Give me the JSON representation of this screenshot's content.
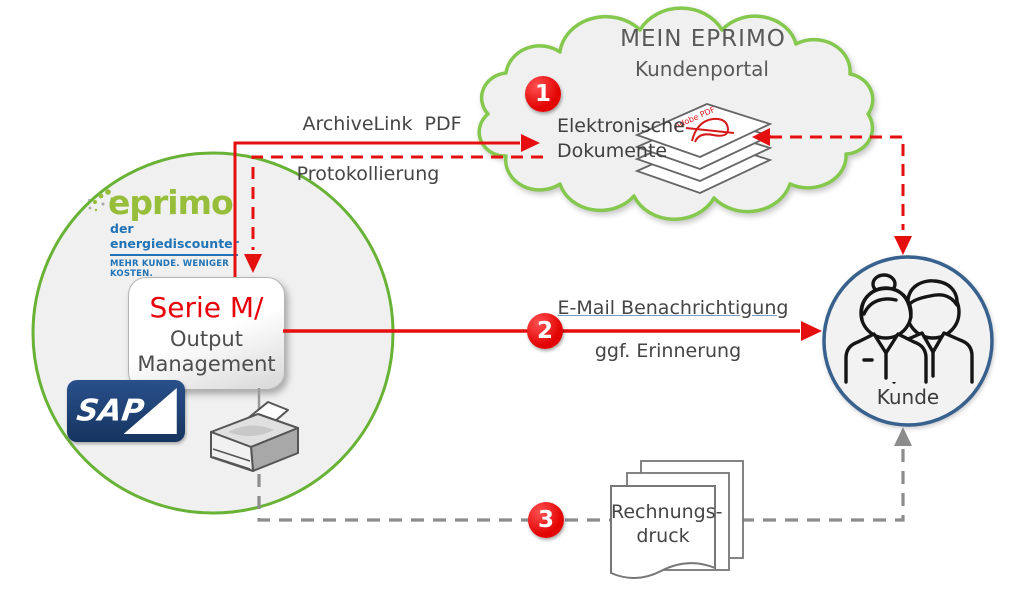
{
  "colors": {
    "accent_red": "#e60f0f",
    "cloud_border_green": "#85c84e",
    "system_circle_green": "#68b236",
    "customer_circle_blue": "#38618e",
    "sap_blue": "#1b3c6d",
    "eprimo_green": "#97be3a",
    "eprimo_blue": "#2173b5",
    "gray_line": "#8c8c8c",
    "text_gray": "#4a4a4a"
  },
  "eprimo_system": {
    "brand": "eprimo",
    "tagline": "der energiediscounter",
    "slogan": "MEHR KUNDE. WENIGER KOSTEN.",
    "box_title": "Serie M/",
    "box_line2": "Output",
    "box_line3": "Management",
    "sap": "SAP"
  },
  "portal": {
    "title": "MEIN EPRIMO",
    "subtitle": "Kundenportal",
    "docs_line1": "Elektronische",
    "docs_line2": "Dokumente",
    "pdf_label": "Adobe PDF"
  },
  "customer": {
    "label": "Kunde"
  },
  "flows": {
    "archivelink_label": "ArchiveLink  PDF",
    "protokollierung_label": "Protokollierung",
    "email_label": "E-Mail Benachrichtigung",
    "email_sublabel": "ggf. Erinnerung",
    "print_doc_line1": "Rechnungs-",
    "print_doc_line2": "druck"
  },
  "badges": {
    "step1": "1",
    "step2": "2",
    "step3": "3"
  }
}
